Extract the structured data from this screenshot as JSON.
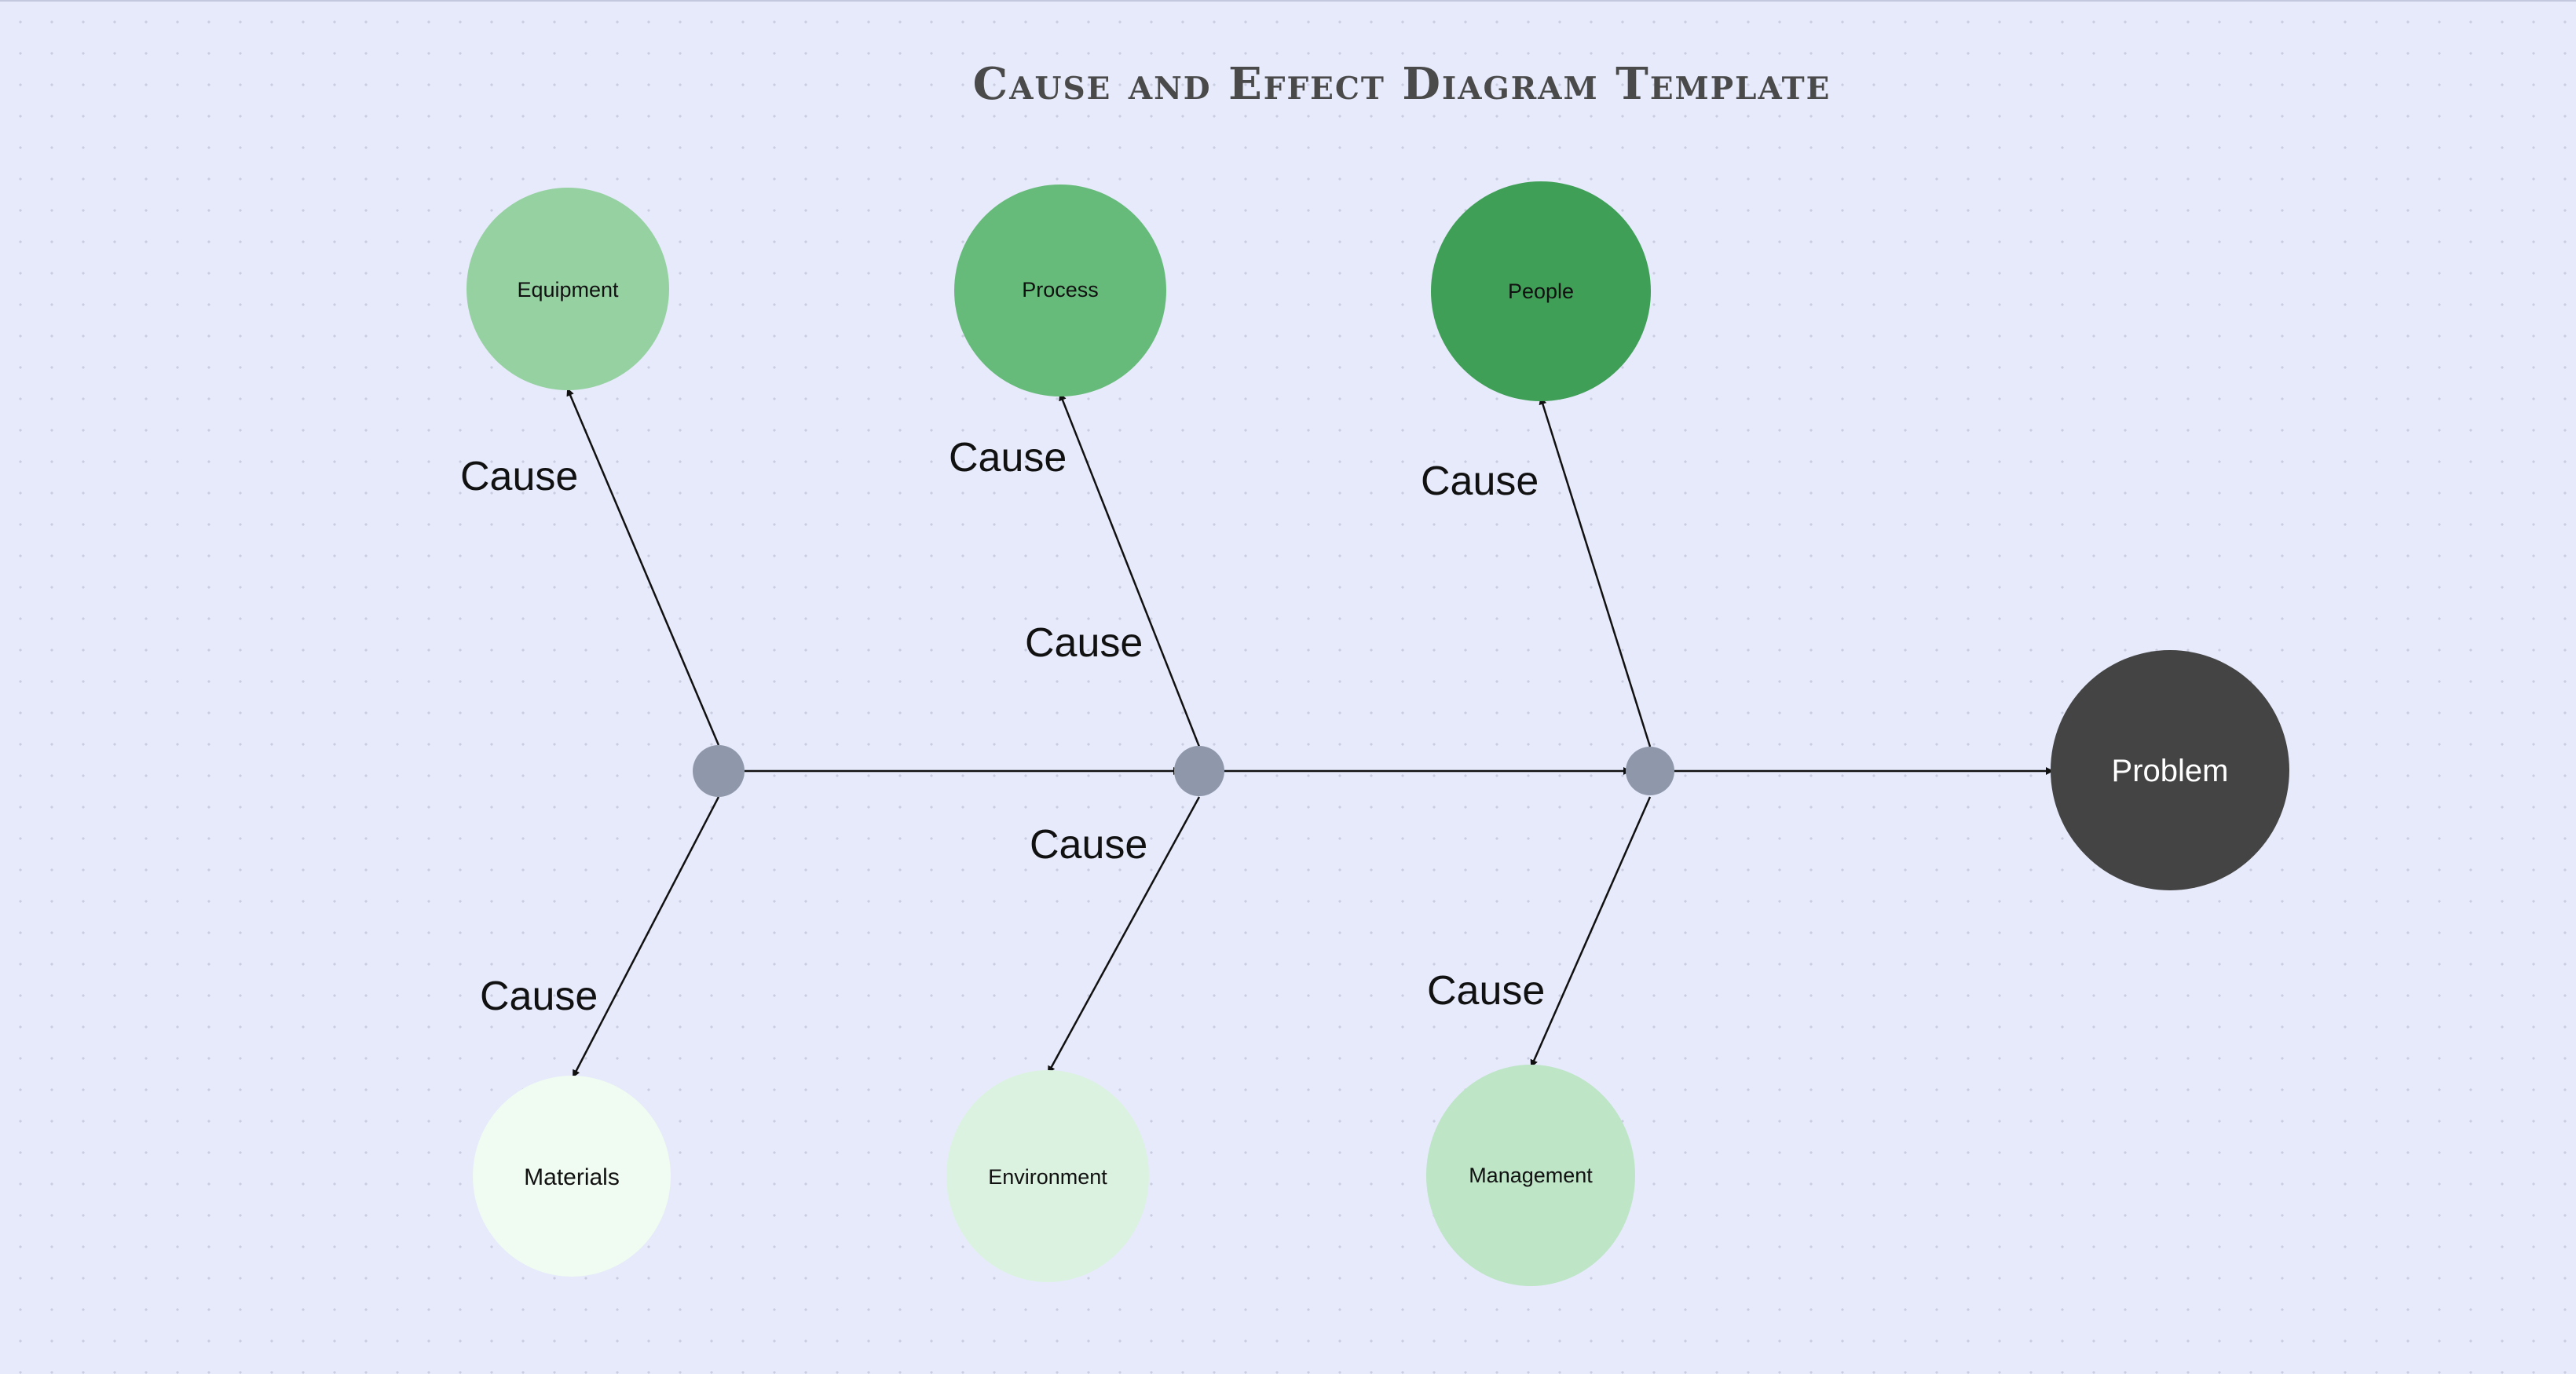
{
  "title": "Cause and Effect Diagram Template",
  "problem": {
    "label": "Problem",
    "color": "#444444",
    "text_color": "#ffffff"
  },
  "line_color": "#111111",
  "node_color": "#8f98aa",
  "cause_label": "Cause",
  "categories": [
    {
      "id": "equipment",
      "label": "Equipment",
      "color": "#96d1a1",
      "cause_label": "Cause"
    },
    {
      "id": "process",
      "label": "Process",
      "color": "#67bb7a",
      "cause_label": "Cause"
    },
    {
      "id": "people",
      "label": "People",
      "color": "#3f9f56",
      "cause_label": "Cause"
    },
    {
      "id": "materials",
      "label": "Materials",
      "color": "#f0fbf1",
      "cause_label": "Cause"
    },
    {
      "id": "environment",
      "label": "Environment",
      "color": "#dcf2e1",
      "cause_label": "Cause"
    },
    {
      "id": "management",
      "label": "Management",
      "color": "#bde5c6",
      "cause_label": "Cause"
    }
  ],
  "spine_causes": [
    {
      "id": "upper-middle",
      "label": "Cause"
    },
    {
      "id": "lower-middle",
      "label": "Cause"
    }
  ]
}
